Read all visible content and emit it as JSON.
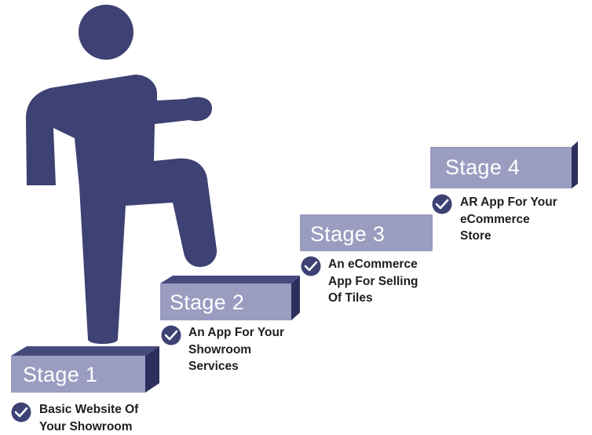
{
  "colors": {
    "figure": "#3d4173",
    "step_front": "#9a9cc0",
    "step_top": "#46497e",
    "step_side": "#2c2f5c",
    "check_circle": "#3d4173",
    "text": "#1e1e1e"
  },
  "icon": "check-circle-icon",
  "stages": [
    {
      "label": "Stage 1",
      "desc": [
        "Basic Website Of",
        "Your Showroom"
      ]
    },
    {
      "label": "Stage 2",
      "desc": [
        "An App For Your",
        "Showroom",
        "Services"
      ]
    },
    {
      "label": "Stage 3",
      "desc": [
        "An eCommerce",
        "App For Selling",
        "Of Tiles"
      ]
    },
    {
      "label": "Stage 4",
      "desc": [
        "AR App For Your",
        "eCommerce",
        "Store"
      ]
    }
  ]
}
